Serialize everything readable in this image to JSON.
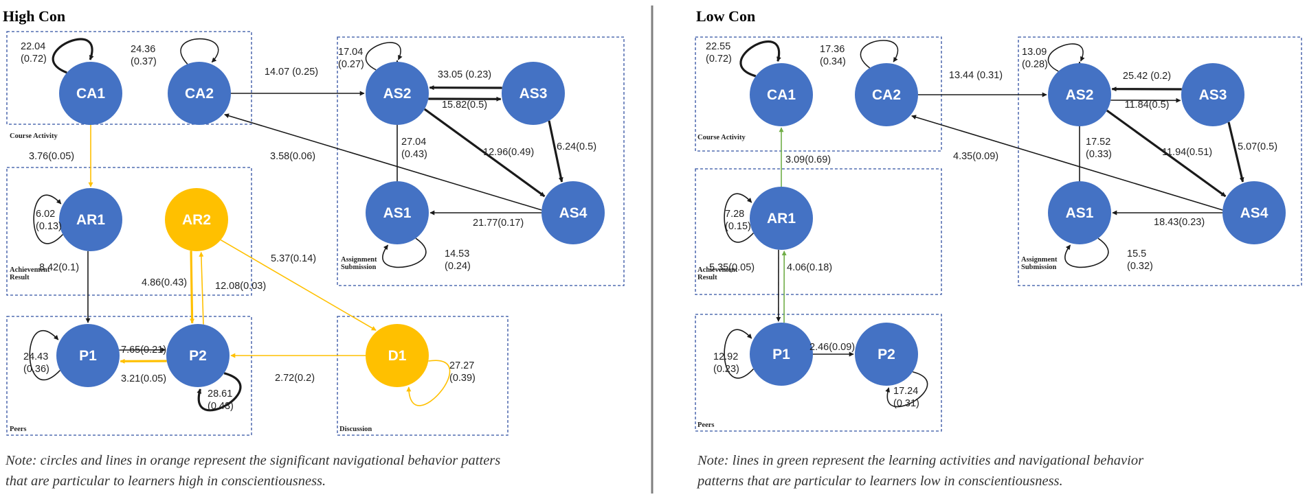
{
  "colors": {
    "node_default": "#4472C4",
    "node_orange": "#FFC000",
    "edge_default": "#1a1a1a",
    "edge_orange": "#FFC000",
    "edge_green": "#70AD47",
    "group_border": "#2f4fa0",
    "divider": "#7f7f7f"
  },
  "panels": [
    {
      "id": "high",
      "title": "High Con",
      "note_lines": [
        "Note: circles and lines in orange represent the significant navigational behavior patters",
        "that are particular to learners high in conscientiousness."
      ],
      "groups": [
        {
          "id": "ca",
          "label_lines": [
            "Course Activity"
          ]
        },
        {
          "id": "as",
          "label_lines": [
            "Assignment",
            "Submission"
          ]
        },
        {
          "id": "ar",
          "label_lines": [
            "Achievement",
            "Result"
          ]
        },
        {
          "id": "p",
          "label_lines": [
            "Peers"
          ]
        },
        {
          "id": "d",
          "label_lines": [
            "Discussion"
          ]
        }
      ],
      "nodes": [
        {
          "id": "CA1",
          "label": "CA1",
          "color": "blue"
        },
        {
          "id": "CA2",
          "label": "CA2",
          "color": "blue"
        },
        {
          "id": "AS2",
          "label": "AS2",
          "color": "blue"
        },
        {
          "id": "AS3",
          "label": "AS3",
          "color": "blue"
        },
        {
          "id": "AS1",
          "label": "AS1",
          "color": "blue"
        },
        {
          "id": "AS4",
          "label": "AS4",
          "color": "blue"
        },
        {
          "id": "AR1",
          "label": "AR1",
          "color": "blue"
        },
        {
          "id": "AR2",
          "label": "AR2",
          "color": "orange"
        },
        {
          "id": "P1",
          "label": "P1",
          "color": "blue"
        },
        {
          "id": "P2",
          "label": "P2",
          "color": "blue"
        },
        {
          "id": "D1",
          "label": "D1",
          "color": "orange"
        }
      ],
      "edges": [
        {
          "id": "ca1-self",
          "label_lines": [
            "22.04",
            "(0.72)"
          ],
          "color": "default",
          "weight": "thick"
        },
        {
          "id": "ca2-self",
          "label_lines": [
            "24.36",
            "(0.37)"
          ],
          "color": "default",
          "weight": "normal"
        },
        {
          "id": "as2-self",
          "label_lines": [
            "17.04",
            "(0.27)"
          ],
          "color": "default",
          "weight": "normal"
        },
        {
          "id": "as1-self",
          "label_lines": [
            "14.53",
            "(0.24)"
          ],
          "color": "default",
          "weight": "normal"
        },
        {
          "id": "ar1-self",
          "label_lines": [
            "6.02",
            "(0.13)"
          ],
          "color": "default",
          "weight": "normal"
        },
        {
          "id": "p1-self",
          "label_lines": [
            "24.43",
            "(0.36)"
          ],
          "color": "default",
          "weight": "normal"
        },
        {
          "id": "p2-self",
          "label_lines": [
            "28.61",
            "(0.43)"
          ],
          "color": "default",
          "weight": "thick"
        },
        {
          "id": "d1-self",
          "label_lines": [
            "27.27",
            "(0.39)"
          ],
          "color": "orange",
          "weight": "normal"
        },
        {
          "id": "ca2-as2",
          "label_lines": [
            "14.07 (0.25)"
          ],
          "color": "default",
          "weight": "normal"
        },
        {
          "id": "as2-as3",
          "label_lines": [
            "33.05 (0.23)"
          ],
          "color": "default",
          "weight": "thick"
        },
        {
          "id": "as3-as2",
          "label_lines": [
            "15.82(0.5)"
          ],
          "color": "default",
          "weight": "thick"
        },
        {
          "id": "as1-as2",
          "label_lines": [
            "27.04",
            "(0.43)"
          ],
          "color": "default",
          "weight": "normal"
        },
        {
          "id": "as2-as4",
          "label_lines": [
            "12.96(0.49)"
          ],
          "color": "default",
          "weight": "thick"
        },
        {
          "id": "as3-as4",
          "label_lines": [
            "6.24(0.5)"
          ],
          "color": "default",
          "weight": "thick"
        },
        {
          "id": "as4-as1",
          "label_lines": [
            "21.77(0.17)"
          ],
          "color": "default",
          "weight": "normal"
        },
        {
          "id": "as4-ca2",
          "label_lines": [
            "3.58(0.06)"
          ],
          "color": "default",
          "weight": "normal"
        },
        {
          "id": "ca1-ar1",
          "label_lines": [
            "3.76(0.05)"
          ],
          "color": "orange",
          "weight": "normal"
        },
        {
          "id": "ar1-p1",
          "label_lines": [
            "8.42(0.1)"
          ],
          "color": "default",
          "weight": "normal"
        },
        {
          "id": "ar2-p2",
          "label_lines": [
            "4.86(0.43)"
          ],
          "color": "orange",
          "weight": "thick"
        },
        {
          "id": "p2-ar2",
          "label_lines": [
            "12.08(0.03)"
          ],
          "color": "orange",
          "weight": "normal"
        },
        {
          "id": "ar2-d1",
          "label_lines": [
            "5.37(0.14)"
          ],
          "color": "orange",
          "weight": "normal"
        },
        {
          "id": "p1-p2",
          "label_lines": [
            "7.65(0.21)"
          ],
          "color": "default",
          "weight": "normal"
        },
        {
          "id": "p2-p1",
          "label_lines": [
            "3.21(0.05)"
          ],
          "color": "orange",
          "weight": "thick"
        },
        {
          "id": "d1-p2",
          "label_lines": [
            "2.72(0.2)"
          ],
          "color": "orange",
          "weight": "normal"
        }
      ]
    },
    {
      "id": "low",
      "title": "Low Con",
      "note_lines": [
        "Note: lines in green represent the learning activities and navigational behavior",
        "patterns that are particular to learners low in conscientiousness."
      ],
      "groups": [
        {
          "id": "ca",
          "label_lines": [
            "Course Activity"
          ]
        },
        {
          "id": "as",
          "label_lines": [
            "Assignment",
            "Submission"
          ]
        },
        {
          "id": "ar",
          "label_lines": [
            "Achievement",
            "Result"
          ]
        },
        {
          "id": "p",
          "label_lines": [
            "Peers"
          ]
        }
      ],
      "nodes": [
        {
          "id": "CA1",
          "label": "CA1",
          "color": "blue"
        },
        {
          "id": "CA2",
          "label": "CA2",
          "color": "blue"
        },
        {
          "id": "AS2",
          "label": "AS2",
          "color": "blue"
        },
        {
          "id": "AS3",
          "label": "AS3",
          "color": "blue"
        },
        {
          "id": "AS1",
          "label": "AS1",
          "color": "blue"
        },
        {
          "id": "AS4",
          "label": "AS4",
          "color": "blue"
        },
        {
          "id": "AR1",
          "label": "AR1",
          "color": "blue"
        },
        {
          "id": "P1",
          "label": "P1",
          "color": "blue"
        },
        {
          "id": "P2",
          "label": "P2",
          "color": "blue"
        }
      ],
      "edges": [
        {
          "id": "ca1-self",
          "label_lines": [
            "22.55",
            "(0.72)"
          ],
          "color": "default",
          "weight": "thick"
        },
        {
          "id": "ca2-self",
          "label_lines": [
            "17.36",
            "(0.34)"
          ],
          "color": "default",
          "weight": "normal"
        },
        {
          "id": "as2-self",
          "label_lines": [
            "13.09",
            "(0.28)"
          ],
          "color": "default",
          "weight": "normal"
        },
        {
          "id": "as1-self",
          "label_lines": [
            "15.5",
            "(0.32)"
          ],
          "color": "default",
          "weight": "normal"
        },
        {
          "id": "ar1-self",
          "label_lines": [
            "7.28",
            "(0.15)"
          ],
          "color": "default",
          "weight": "normal"
        },
        {
          "id": "p1-self",
          "label_lines": [
            "12.92",
            "(0.23)"
          ],
          "color": "default",
          "weight": "normal"
        },
        {
          "id": "p2-self",
          "label_lines": [
            "17.24",
            "(0.31)"
          ],
          "color": "default",
          "weight": "normal"
        },
        {
          "id": "ca2-as2",
          "label_lines": [
            "13.44 (0.31)"
          ],
          "color": "default",
          "weight": "normal"
        },
        {
          "id": "as2-as3",
          "label_lines": [
            "25.42 (0.2)"
          ],
          "color": "default",
          "weight": "normal"
        },
        {
          "id": "as3-as2",
          "label_lines": [
            "11.84(0.5)"
          ],
          "color": "default",
          "weight": "thick"
        },
        {
          "id": "as1-as2",
          "label_lines": [
            "17.52",
            "(0.33)"
          ],
          "color": "default",
          "weight": "normal"
        },
        {
          "id": "as2-as4",
          "label_lines": [
            "11.94(0.51)"
          ],
          "color": "default",
          "weight": "thick"
        },
        {
          "id": "as3-as4",
          "label_lines": [
            "5.07(0.5)"
          ],
          "color": "default",
          "weight": "thick"
        },
        {
          "id": "as4-as1",
          "label_lines": [
            "18.43(0.23)"
          ],
          "color": "default",
          "weight": "normal"
        },
        {
          "id": "as4-ca2",
          "label_lines": [
            "4.35(0.09)"
          ],
          "color": "default",
          "weight": "normal"
        },
        {
          "id": "ar1-ca1",
          "label_lines": [
            "3.09(0.69)"
          ],
          "color": "green",
          "weight": "normal"
        },
        {
          "id": "ar1-p1",
          "label_lines": [
            "5.35(0.05)"
          ],
          "color": "default",
          "weight": "normal"
        },
        {
          "id": "p1-ar1",
          "label_lines": [
            "4.06(0.18)"
          ],
          "color": "green",
          "weight": "normal"
        },
        {
          "id": "p1-p2",
          "label_lines": [
            "2.46(0.09)"
          ],
          "color": "default",
          "weight": "normal"
        }
      ]
    }
  ]
}
